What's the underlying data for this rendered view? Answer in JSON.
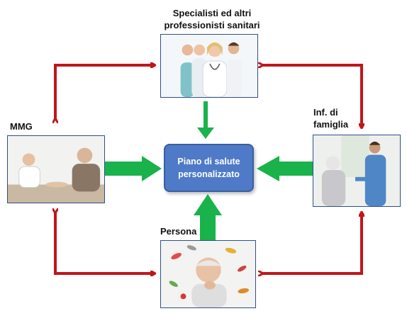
{
  "nodes": {
    "specialists": {
      "label_line1": "Specialisti ed altri",
      "label_line2": "professionisti sanitari"
    },
    "mmg": {
      "label": "MMG"
    },
    "nurse": {
      "label_line1": "Inf. di",
      "label_line2": "famiglia"
    },
    "person": {
      "label": "Persona"
    },
    "center": {
      "label_line1": "Piano di salute",
      "label_line2": "personalizzato"
    }
  },
  "colors": {
    "green_arrow": "#19b24b",
    "red_arrow": "#c0161b",
    "center_fill": "#4f7ac7",
    "frame_border": "#2f4f8a"
  }
}
